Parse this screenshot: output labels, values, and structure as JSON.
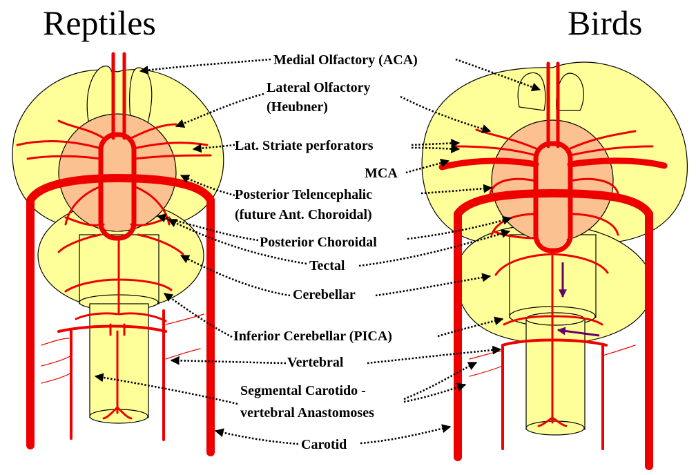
{
  "titles": {
    "left": "Reptiles",
    "right": "Birds"
  },
  "labels": {
    "medial_olfactory": "Medial Olfactory (ACA)",
    "lateral_olfactory_1": "Lateral Olfactory",
    "lateral_olfactory_2": "(Heubner)",
    "lat_striate": "Lat. Striate perforators",
    "mca": "MCA",
    "post_telencephalic_1": "Posterior Telencephalic",
    "post_telencephalic_2": "(future Ant. Choroidal)",
    "posterior_choroidal": "Posterior Choroidal",
    "tectal": "Tectal",
    "cerebellar": "Cerebellar",
    "inferior_cerebellar": "Inferior Cerebellar (PICA)",
    "vertebral": "Vertebral",
    "segmental_1": "Segmental Carotido -",
    "segmental_2": "vertebral Anastomoses",
    "carotid": "Carotid"
  },
  "colors": {
    "brain_fill": "#ffff99",
    "midbrain_fill": "#fcc190",
    "artery": "#ee0000",
    "flow_arrow": "#660066"
  }
}
